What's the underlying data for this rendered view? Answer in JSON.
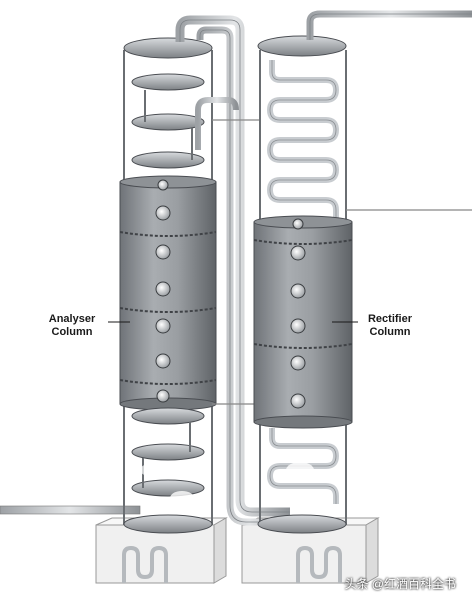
{
  "labels": {
    "analyser_line1": "Analyser",
    "analyser_line2": "Column",
    "rectifier_line1": "Rectifier",
    "rectifier_line2": "Column"
  },
  "watermark": "头条 @红酒百科全书",
  "colors": {
    "steel_dark": "#6f7378",
    "steel_mid": "#a3a7ab",
    "steel_light": "#e6e8ea",
    "pipe": "#c4c8cc",
    "base": "#f2f2f2",
    "outline": "#4a4d52"
  }
}
